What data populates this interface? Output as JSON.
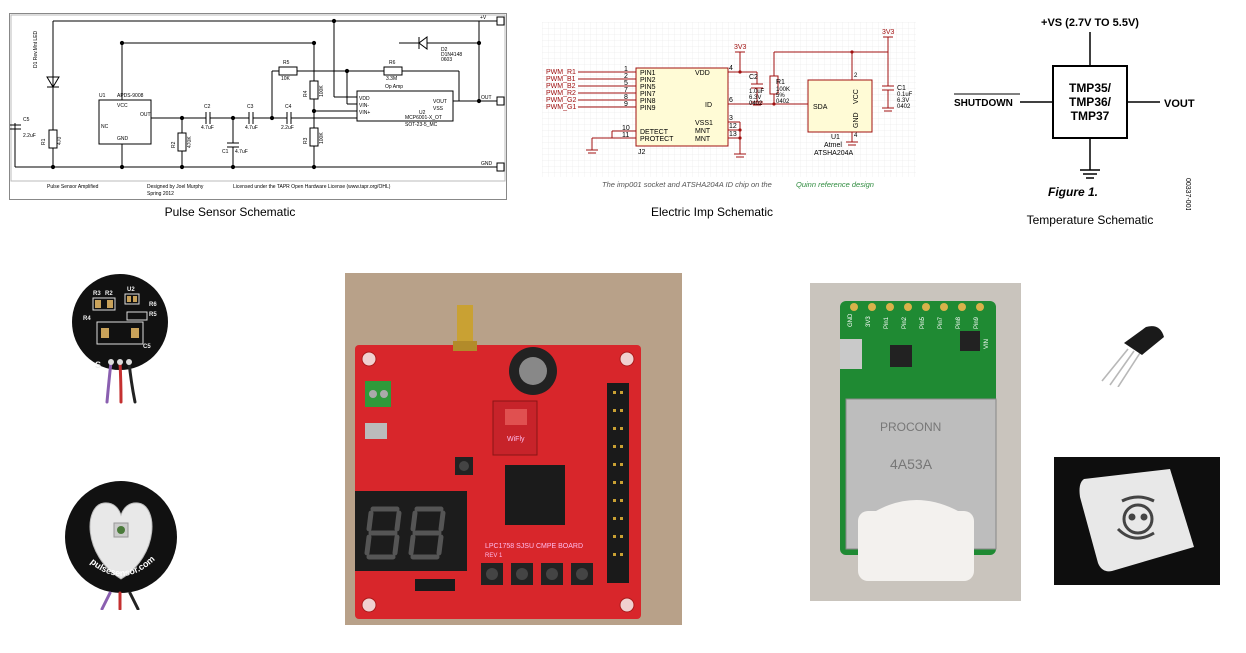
{
  "captions": {
    "pulse": "Pulse Sensor Schematic",
    "imp": "Electric Imp Schematic",
    "temp": "Temperature Schematic"
  },
  "pulse_schematic": {
    "led_label": "D1 Rev.Mnt LED",
    "u1_name": "U1",
    "u1_part": "APDS-9008",
    "u1_vcc": "VCC",
    "u1_nc": "NC",
    "u1_gnd": "GND",
    "u1_out": "OUT",
    "c5": "C5",
    "c5_val": "2.2uF",
    "r1": "R1",
    "r1_val": "470",
    "c2": "C2",
    "c2_val": "4.7uF",
    "c3": "C3",
    "c3_val": "4.7uF",
    "c4": "C4",
    "c4_val": "2.2uF",
    "c1": "C1",
    "c1_val": "4.7uF",
    "r2": "R2",
    "r2_val": "470K",
    "r5": "R5",
    "r5_val": "10K",
    "r6": "R6",
    "r6_val": "3.3M",
    "r4": "R4",
    "r4_val": "100K",
    "r3": "R3",
    "r3_val": "100K",
    "opamp_title": "Op Amp",
    "u2_name": "U2",
    "u2_part": "MCP6001-X_OT",
    "u2_pkg": "SOT-23-5_MC",
    "u2_vdd": "VDD",
    "u2_vinm": "VIN-",
    "u2_vinp": "VIN+",
    "u2_vss": "VSS",
    "u2_vout": "VOUT",
    "d2": "D2",
    "d2_part": "D1N4148",
    "d2_pkg": "0603",
    "vplus": "+V",
    "out": "OUT",
    "gnd": "GND",
    "footer_title": "Pulse Sensor Amplified",
    "footer_design": "Designed by Joel Murphy",
    "footer_date": "Spring 2012",
    "footer_license": "Licensed under the TAPR Open Hardware License (www.tapr.org/OHL)"
  },
  "imp_schematic": {
    "pwm": [
      "PWM_R1",
      "PWM_B1",
      "PWM_B2",
      "PWM_R2",
      "PWM_G2",
      "PWM_G1"
    ],
    "pin_nums": [
      "1",
      "2",
      "5",
      "7",
      "8",
      "9"
    ],
    "pins": [
      "PIN1",
      "PIN2",
      "PIN5",
      "PIN7",
      "PIN8",
      "PIN9"
    ],
    "vdd": "VDD",
    "id": "ID",
    "vss1": "VSS1",
    "mnt": "MNT",
    "detect": "DETECT",
    "protect": "PROTECT",
    "num4": "4",
    "num6": "6",
    "num3": "3",
    "num12": "12",
    "num13": "13",
    "num10": "10",
    "num11": "11",
    "j2": "J2",
    "v3v3a": "3V3",
    "v3v3b": "3V3",
    "c2": "C2",
    "c2_val": "1.0uF",
    "c2_v": "6.3V",
    "c2_pkg": "0402",
    "r1": "R1",
    "r1_val": "100K",
    "r1_tol": "5%",
    "r1_pkg": "0402",
    "sda": "SDA",
    "vcc": "VCC",
    "gnd": "GND",
    "u1": "U1",
    "atmel": "Atmel",
    "chip": "ATSHA204A",
    "pin2": "2",
    "pin4": "4",
    "c1": "C1",
    "c1_val": "0.1uF",
    "c1_v": "6.3V",
    "c1_pkg": "0402",
    "caption_text": "The imp001 socket and ATSHA204A ID chip on the",
    "caption_link": "Quinn reference design"
  },
  "temp_schematic": {
    "vs": "+VS (2.7V TO 5.5V)",
    "chip_line1": "TMP35/",
    "chip_line2": "TMP36/",
    "chip_line3": "TMP37",
    "shutdown": "SHUTDOWN",
    "vout": "VOUT",
    "figure": "Figure 1.",
    "code": "00337-001"
  },
  "photos": {
    "pulse_top": {
      "labels": [
        "R3",
        "R2",
        "U2",
        "R6",
        "R5",
        "R4",
        "C5",
        "S"
      ]
    },
    "pulse_bottom": {
      "brand": "pulsesensor.com"
    },
    "board": {
      "brand": "LPC1758 SJSU CMPE BOARD",
      "rev": "REV 1",
      "wifly": "WiFly"
    },
    "sdcard_board": {
      "brand": "PROCONN",
      "code": "4A53A",
      "pins": [
        "GND",
        "3V3",
        "Pin1",
        "Pin2",
        "Pin5",
        "Pin7",
        "Pin8",
        "Pin9",
        "VIN"
      ]
    }
  },
  "colors": {
    "schematic_red": "#a01010",
    "pcb_red": "#d8262b",
    "pcb_green": "#1f8a33",
    "pcb_black": "#111111",
    "link_green": "#2e8b3e"
  }
}
